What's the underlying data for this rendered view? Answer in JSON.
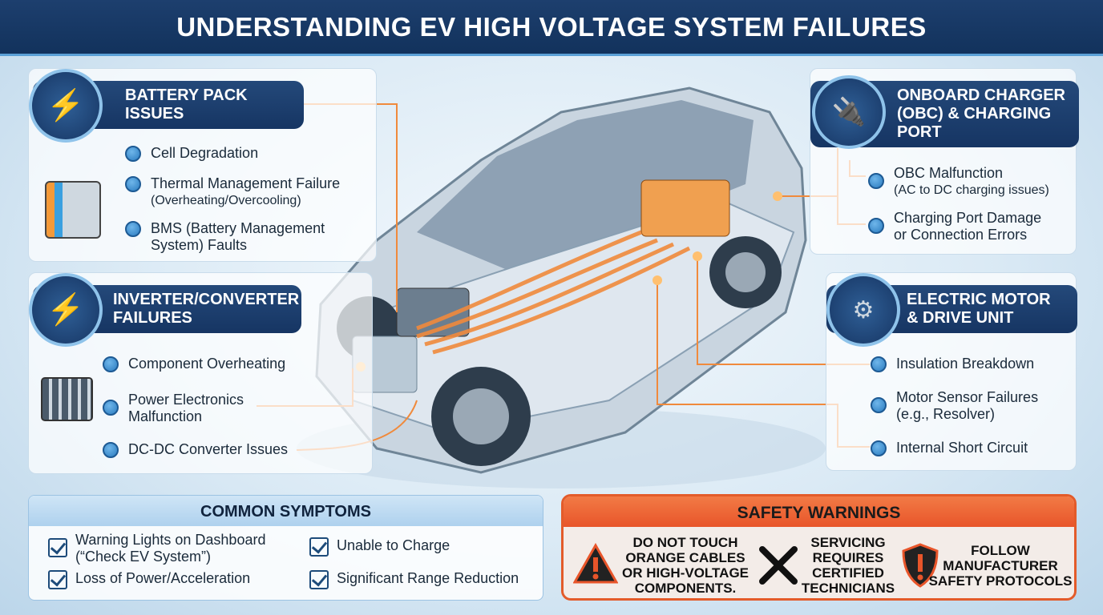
{
  "title": "UNDERSTANDING EV HIGH VOLTAGE SYSTEM FAILURES",
  "battery": {
    "title_1": "BATTERY PACK",
    "title_2": "ISSUES",
    "items": [
      {
        "label": "Cell Degradation"
      },
      {
        "label": "Thermal Management Failure",
        "sub": "(Overheating/Overcooling)"
      },
      {
        "label": "BMS (Battery Management",
        "sub": "System) Faults"
      }
    ]
  },
  "inverter": {
    "title_1": "INVERTER/CONVERTER",
    "title_2": "FAILURES",
    "items": [
      {
        "label": "Component Overheating"
      },
      {
        "label": "Power Electronics",
        "sub": "Malfunction"
      },
      {
        "label": "DC-DC Converter Issues"
      }
    ]
  },
  "obc": {
    "title_1": "ONBOARD CHARGER",
    "title_2": "(OBC) & CHARGING",
    "title_3": "PORT",
    "items": [
      {
        "label": "OBC Malfunction",
        "sub": "(AC to DC charging issues)"
      },
      {
        "label": "Charging Port Damage",
        "sub": "or Connection Errors"
      }
    ]
  },
  "motor": {
    "title_1": "ELECTRIC MOTOR",
    "title_2": "& DRIVE UNIT",
    "items": [
      {
        "label": "Insulation Breakdown"
      },
      {
        "label": "Motor Sensor Failures",
        "sub": "(e.g., Resolver)"
      },
      {
        "label": "Internal Short Circuit"
      }
    ]
  },
  "symptoms": {
    "title": "COMMON SYMPTOMS",
    "items": [
      {
        "label": "Warning Lights on Dashboard",
        "sub": "(“Check EV System”)"
      },
      {
        "label": "Unable to Charge"
      },
      {
        "label": "Loss of Power/Acceleration"
      },
      {
        "label": "Significant Range Reduction"
      }
    ]
  },
  "safety": {
    "title": "SAFETY WARNINGS",
    "items": [
      {
        "lines": [
          "DO NOT TOUCH",
          "ORANGE CABLES",
          "OR HIGH-VOLTAGE",
          "COMPONENTS."
        ]
      },
      {
        "lines": [
          "SERVICING",
          "REQUIRES",
          "CERTIFIED",
          "TECHNICIANS"
        ]
      },
      {
        "lines": [
          "FOLLOW",
          "MANUFACTURER",
          "SAFETY PROTOCOLS"
        ]
      }
    ]
  },
  "colors": {
    "navy": "#163563",
    "orange": "#f08a3c",
    "danger": "#e8552a"
  }
}
